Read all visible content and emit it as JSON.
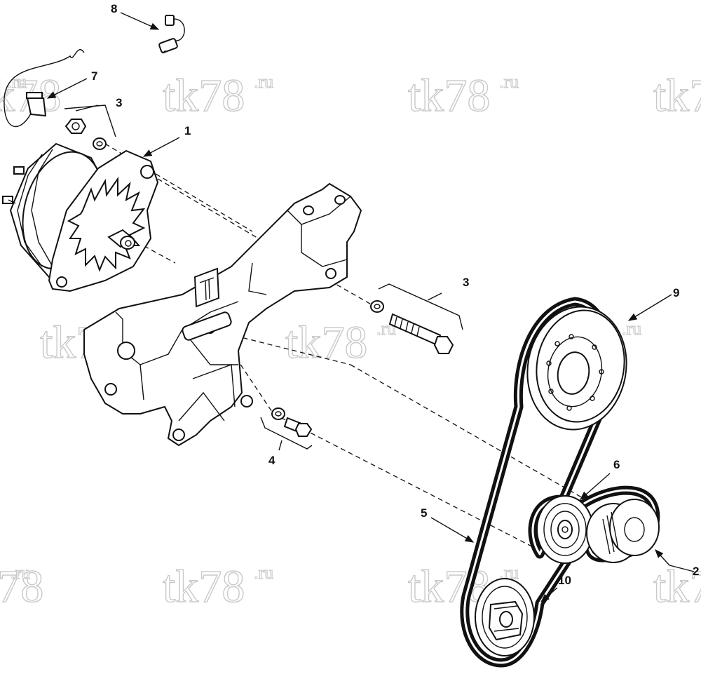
{
  "watermark": {
    "main": "tk78",
    "sup": ".ru"
  },
  "callouts": [
    "1",
    "2",
    "3",
    "3",
    "4",
    "5",
    "6",
    "7",
    "8",
    "9",
    "10"
  ],
  "colors": {
    "line": "#111111",
    "watermark_stroke": "#c9c9c9",
    "background": "#ffffff"
  }
}
